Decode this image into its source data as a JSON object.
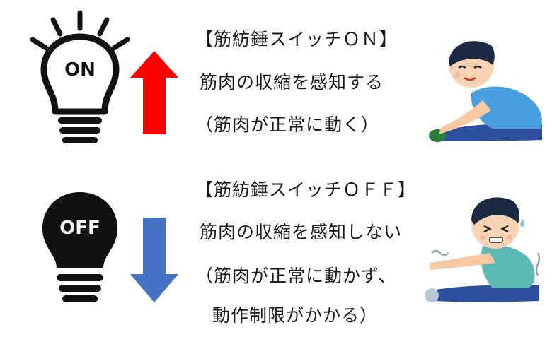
{
  "on_section": {
    "bulb_label": "ON",
    "title": "【筋紡錘スイッチＯＮ】",
    "line1": "筋肉の収縮を感知する",
    "line2": "（筋肉が正常に動く）",
    "arrow_color": "#ff0000"
  },
  "off_section": {
    "bulb_label": "OFF",
    "title": "【筋紡錘スイッチＯＦＦ】",
    "line1": "筋肉の収縮を感知しない",
    "line2": "（筋肉が正常に動かず、",
    "line3": "動作制限がかかる）",
    "arrow_color": "#4472c4"
  },
  "icons": {
    "on": "lightbulb-on-icon",
    "off": "lightbulb-off-icon",
    "stretch_easy": "person-stretching-easily-illustration",
    "stretch_strained": "person-stretching-strained-illustration"
  }
}
